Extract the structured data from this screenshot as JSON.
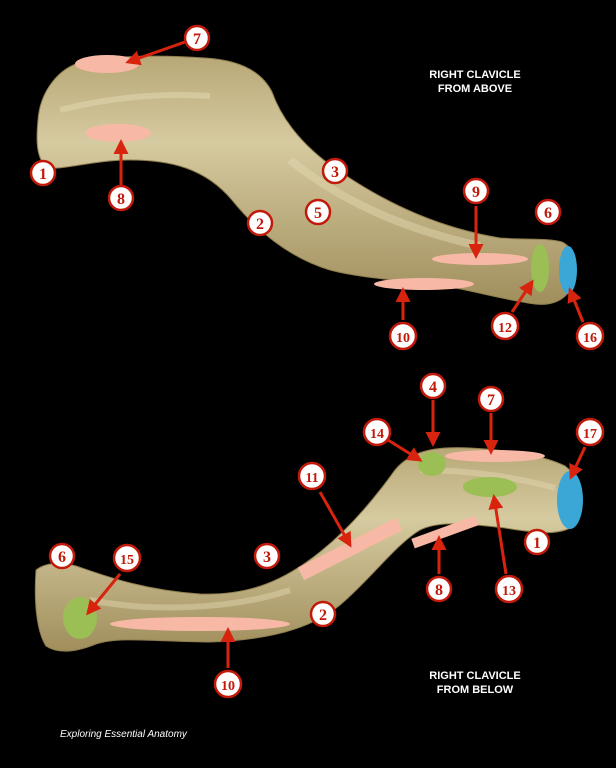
{
  "title_top": {
    "line1": "RIGHT CLAVICLE",
    "line2": "FROM ABOVE"
  },
  "title_bottom": {
    "line1": "RIGHT CLAVICLE",
    "line2": "FROM BELOW"
  },
  "credit": "Exploring Essential Anatomy",
  "colors": {
    "background": "#000000",
    "bone": "#d2c596",
    "bone_shadow": "#a69562",
    "pink_region": "#f7b9a6",
    "green_region": "#9bbf55",
    "blue_region": "#3aa7d6",
    "arrow": "#d8230f",
    "label_ring": "#c1190a",
    "label_fill": "#ffffff"
  },
  "labels": {
    "t1": "1",
    "t2": "2",
    "t3": "3",
    "t5": "5",
    "t6": "6",
    "t7": "7",
    "t8": "8",
    "t9": "9",
    "t10": "10",
    "t12": "12",
    "t16": "16",
    "b1": "1",
    "b2": "2",
    "b3": "3",
    "b4": "4",
    "b6": "6",
    "b7": "7",
    "b8": "8",
    "b10": "10",
    "b11": "11",
    "b13": "13",
    "b14": "14",
    "b15": "15",
    "b17": "17"
  }
}
